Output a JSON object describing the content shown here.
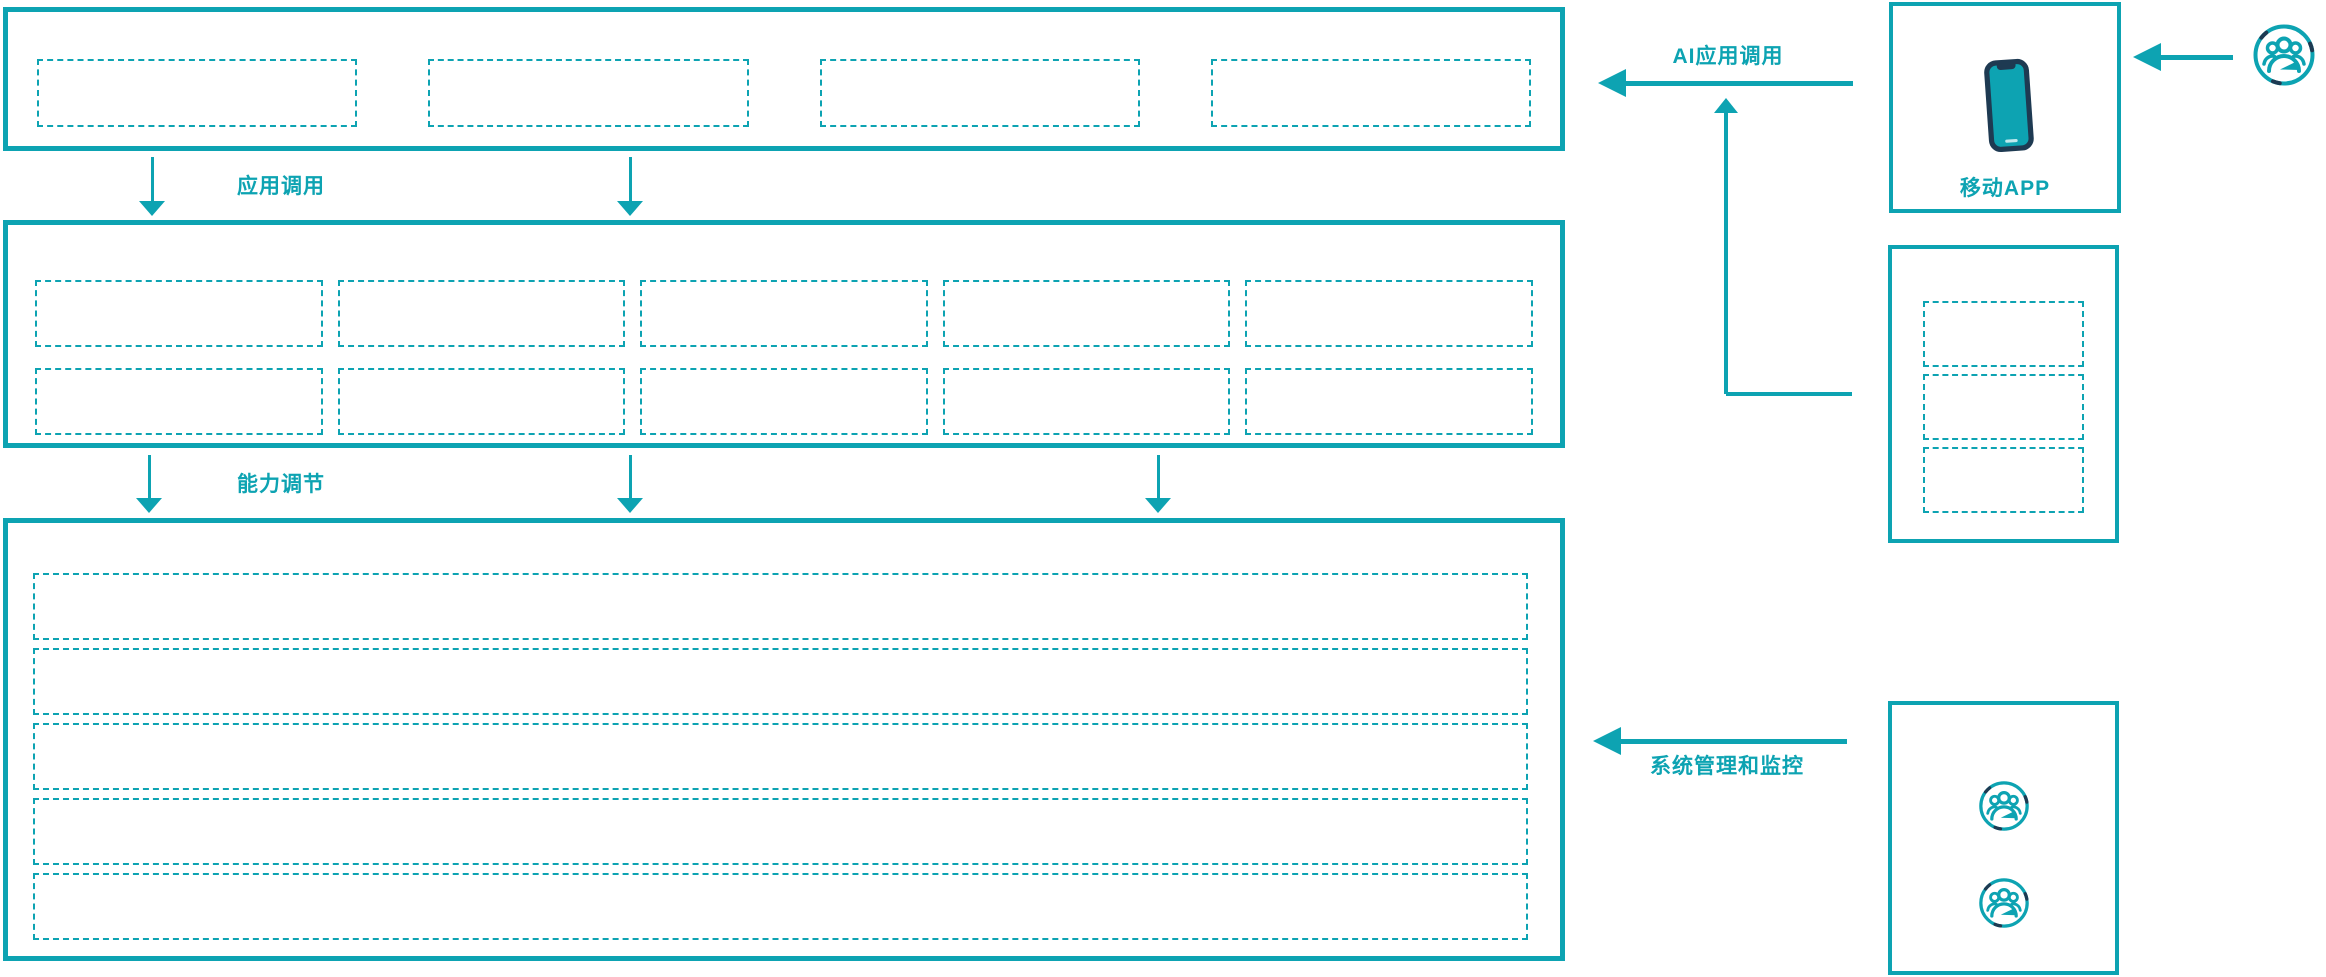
{
  "labels": {
    "app_call": "应用调用",
    "capability_adjust": "能力调节",
    "ai_app_call": "AI应用调用",
    "system_mgmt_monitor": "系统管理和监控",
    "mobile_app": "移动APP"
  },
  "colors": {
    "primary_teal": "#0da3b2",
    "accent_navy": "#1e3a52"
  },
  "icons": {
    "mobile_app": "smartphone-icon",
    "external_user": "user-group-icon",
    "admin_users": "user-group-icon"
  },
  "placeholders": {
    "top_layer_box_count": 4,
    "middle_layer_box_count": 10,
    "bottom_layer_row_count": 5,
    "right_panel_box_count": 3,
    "admin_icon_count": 2
  }
}
